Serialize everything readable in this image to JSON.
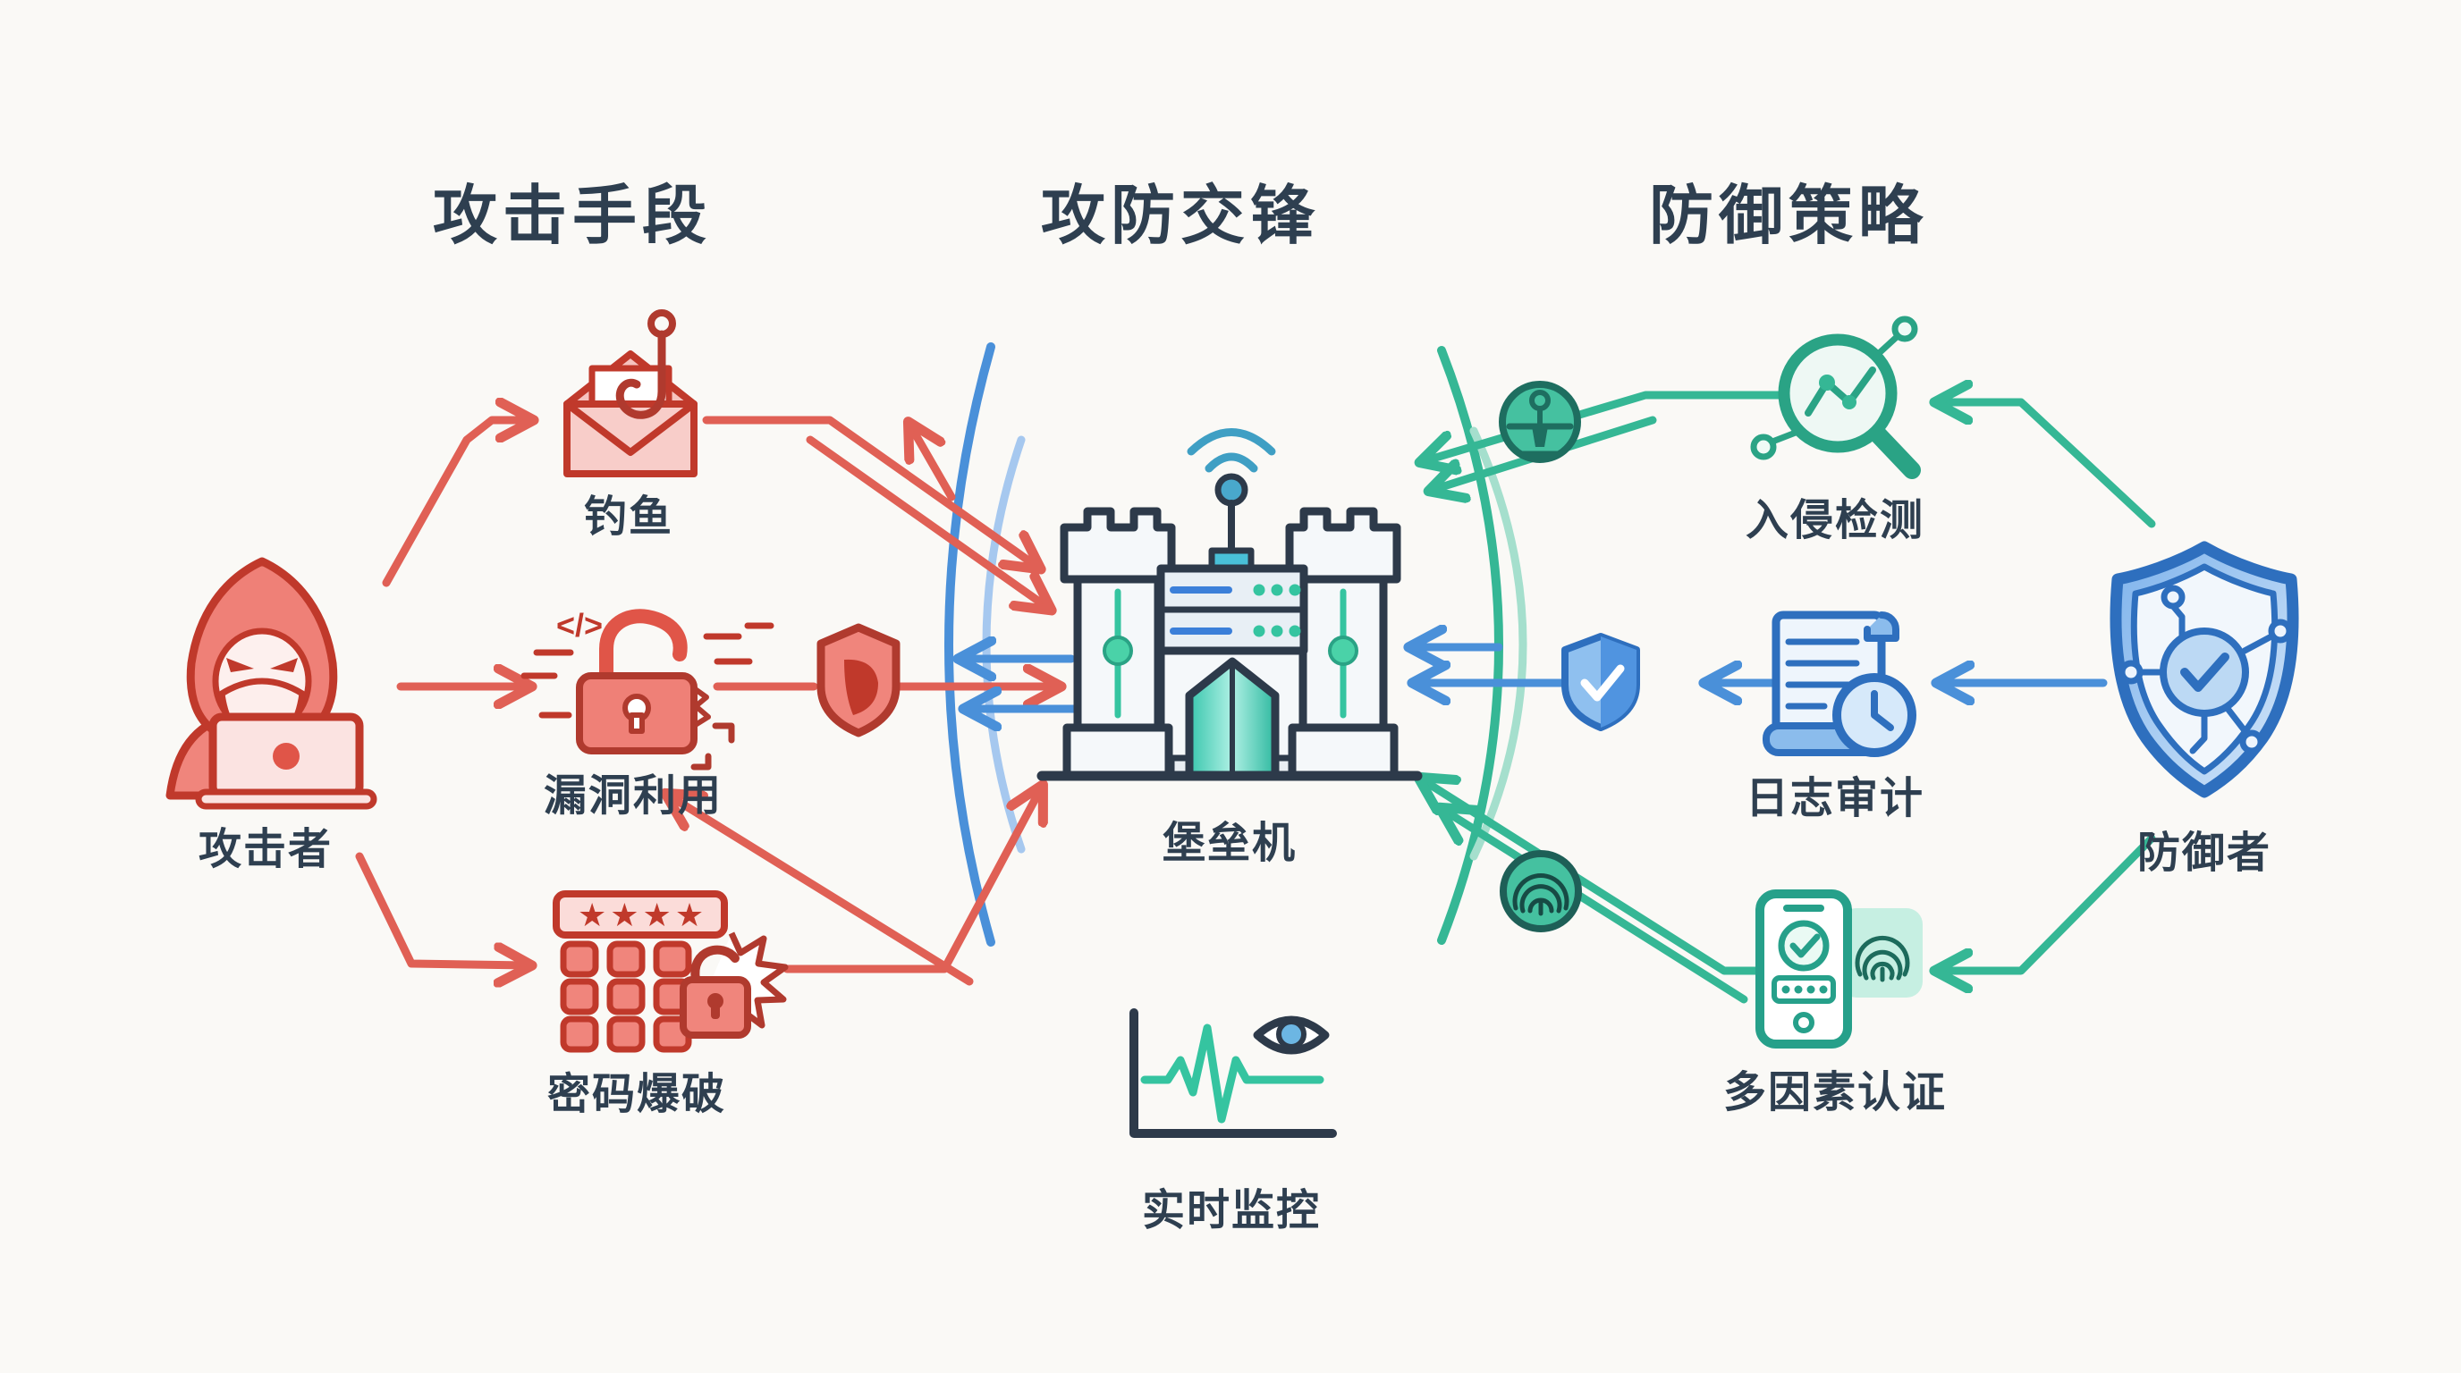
{
  "titles": {
    "attack_methods": "攻击手段",
    "confrontation": "攻防交锋",
    "defense_strategies": "防御策略"
  },
  "attacker": {
    "label": "攻击者",
    "icon": "hooded-hacker-laptop-icon"
  },
  "attack_methods": [
    {
      "label": "钓鱼",
      "icon": "phishing-hook-envelope-icon"
    },
    {
      "label": "漏洞利用",
      "icon": "broken-padlock-exploit-icon",
      "code_glyph": "</>"
    },
    {
      "label": "密码爆破",
      "icon": "keypad-lock-burst-icon",
      "password_mask": "★★★★"
    }
  ],
  "bastion": {
    "label": "堡垒机",
    "icon": "castle-server-icon"
  },
  "monitoring": {
    "label": "实时监控",
    "icon": "heartbeat-eye-icon"
  },
  "defense_strategies": [
    {
      "label": "入侵检测",
      "icon": "magnifier-network-icon"
    },
    {
      "label": "日志审计",
      "icon": "scroll-clock-icon"
    },
    {
      "label": "多因素认证",
      "icon": "phone-fingerprint-icon"
    }
  ],
  "defender": {
    "label": "防御者",
    "icon": "circuit-shield-icon"
  },
  "colors": {
    "background": "#faf9f6",
    "heading_text": "#2e3f50",
    "attack_red": "#e06055",
    "attack_dark_red": "#c0392b",
    "defense_green": "#35b795",
    "defense_green_dark": "#1e6e60",
    "defense_blue": "#4a90d9",
    "defense_blue_dark": "#2e6fbe",
    "outline_dark": "#2d3a4a",
    "teal_accent": "#35c4a0"
  }
}
